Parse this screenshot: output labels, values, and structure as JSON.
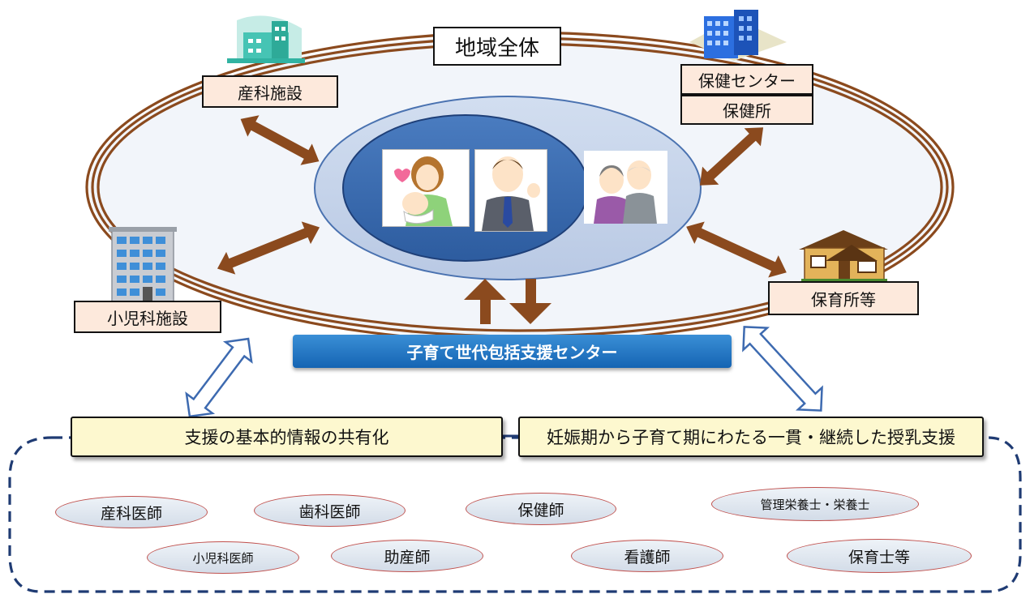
{
  "diagram": {
    "title": "地域全体",
    "center_label": "子育て世代包括支援センター",
    "facilities": {
      "obstetrics": "産科施設",
      "health_center": "保健センター",
      "public_health_office": "保健所",
      "pediatrics": "小児科施設",
      "nursery": "保育所等"
    },
    "bottom_panels": {
      "left": "支援の基本的情報の共有化",
      "right": "妊娠期から子育て期にわたる一貫・継続した授乳支援"
    },
    "professions": {
      "obstetrician": "産科医師",
      "dentist": "歯科医師",
      "public_health_nurse": "保健師",
      "dietitian": "管理栄養士・栄養士",
      "pediatrician": "小児科医師",
      "midwife": "助産師",
      "nurse": "看護師",
      "childcare_worker": "保育士等"
    }
  },
  "colors": {
    "ring": "#8b4a1e",
    "arrow": "#8b4a1e",
    "outer_ellipse": "#c5d3ea",
    "inner_ellipse": "#3c6db0",
    "center_bar": "#1f72c0",
    "dashed_border": "#1f3b73",
    "place_box": "#fde9dc",
    "panel_box": "#fdf8cf"
  },
  "icons": [
    "hospital-icon",
    "office-building-icon",
    "apartment-building-icon",
    "house-icon",
    "mother-baby-illustration",
    "father-illustration",
    "grandparents-illustration"
  ]
}
